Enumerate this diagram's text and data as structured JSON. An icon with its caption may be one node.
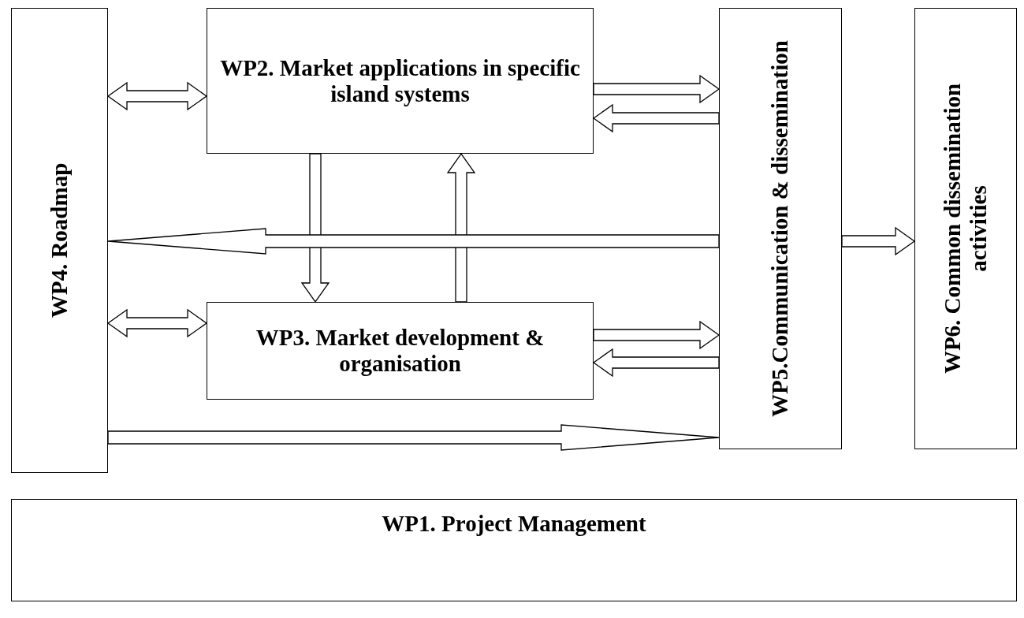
{
  "diagram": {
    "nodes": [
      {
        "text": [
          "WP4. Roadmap"
        ]
      },
      {
        "text": [
          "WP2. Market applications in specific island systems"
        ]
      },
      {
        "text": [
          "WP3. Market development & organisation"
        ]
      },
      {
        "text": [
          "WP5.Communication & dissemination"
        ]
      },
      {
        "text": [
          "WP6. Common dissemination activities"
        ]
      },
      {
        "text": [
          "WP1. Project Management"
        ]
      }
    ],
    "edges": [
      {
        "from": 0,
        "to": 1,
        "arrow": "both"
      },
      {
        "from": 0,
        "to": 2,
        "arrow": "both"
      },
      {
        "from": 1,
        "to": 3,
        "arrow": "to"
      },
      {
        "from": 3,
        "to": 1,
        "arrow": "to"
      },
      {
        "from": 1,
        "to": 2,
        "arrow": "to"
      },
      {
        "from": 2,
        "to": 1,
        "arrow": "to"
      },
      {
        "from": 3,
        "to": 0,
        "arrow": "to"
      },
      {
        "from": 2,
        "to": 3,
        "arrow": "to"
      },
      {
        "from": 3,
        "to": 2,
        "arrow": "to"
      },
      {
        "from": 0,
        "to": 3,
        "arrow": "to"
      },
      {
        "from": 3,
        "to": 4,
        "arrow": "to"
      }
    ]
  }
}
